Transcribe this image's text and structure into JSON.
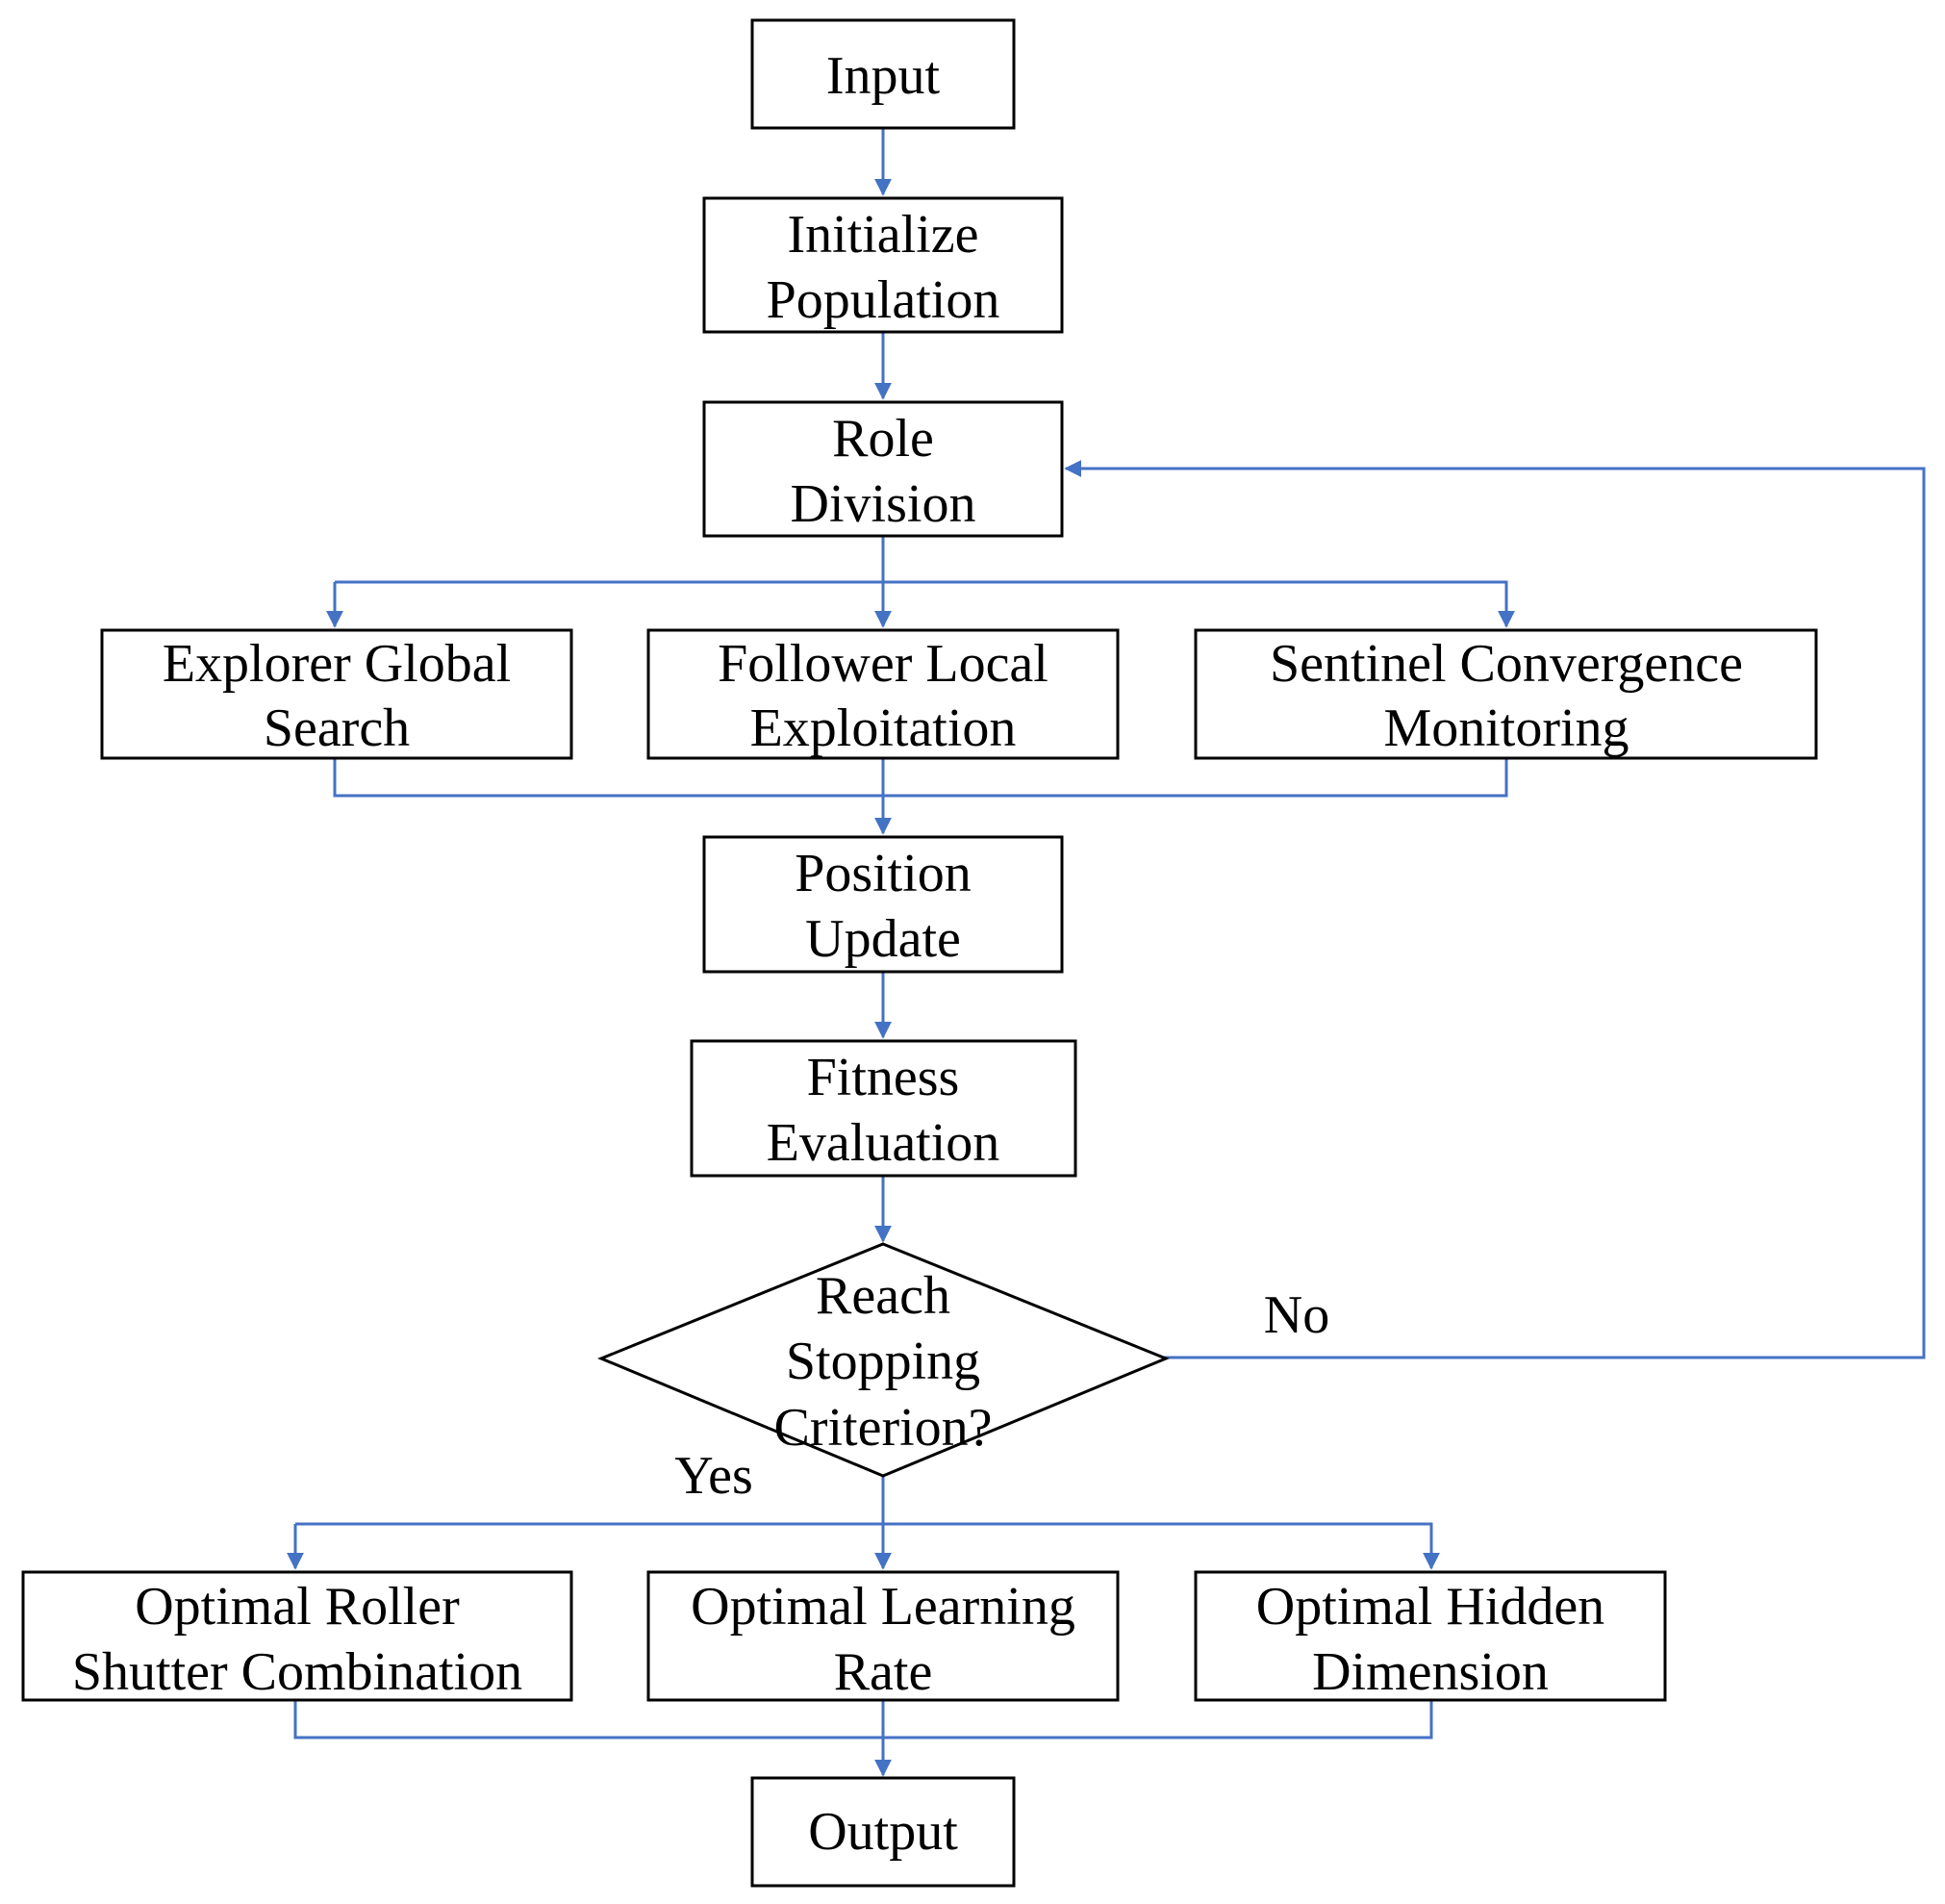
{
  "colors": {
    "edge": "#4472C4",
    "node_border": "#000000",
    "text": "#000000",
    "background": "#ffffff"
  },
  "nodes": {
    "input": {
      "text": "Input"
    },
    "init_l1": "Initialize",
    "init_l2": "Population",
    "role_l1": "Role",
    "role_l2": "Division",
    "explorer_l1": "Explorer Global",
    "explorer_l2": "Search",
    "follower_l1": "Follower Local",
    "follower_l2": "Exploitation",
    "sentinel_l1": "Sentinel Convergence",
    "sentinel_l2": "Monitoring",
    "position_l1": "Position",
    "position_l2": "Update",
    "fitness_l1": "Fitness",
    "fitness_l2": "Evaluation",
    "decision_l1": "Reach",
    "decision_l2": "Stopping",
    "decision_l3": "Criterion?",
    "roller_l1": "Optimal Roller",
    "roller_l2": "Shutter Combination",
    "lr_l1": "Optimal Learning",
    "lr_l2": "Rate",
    "hidden_l1": "Optimal Hidden",
    "hidden_l2": "Dimension",
    "output": "Output"
  },
  "edge_labels": {
    "no": "No",
    "yes": "Yes"
  }
}
